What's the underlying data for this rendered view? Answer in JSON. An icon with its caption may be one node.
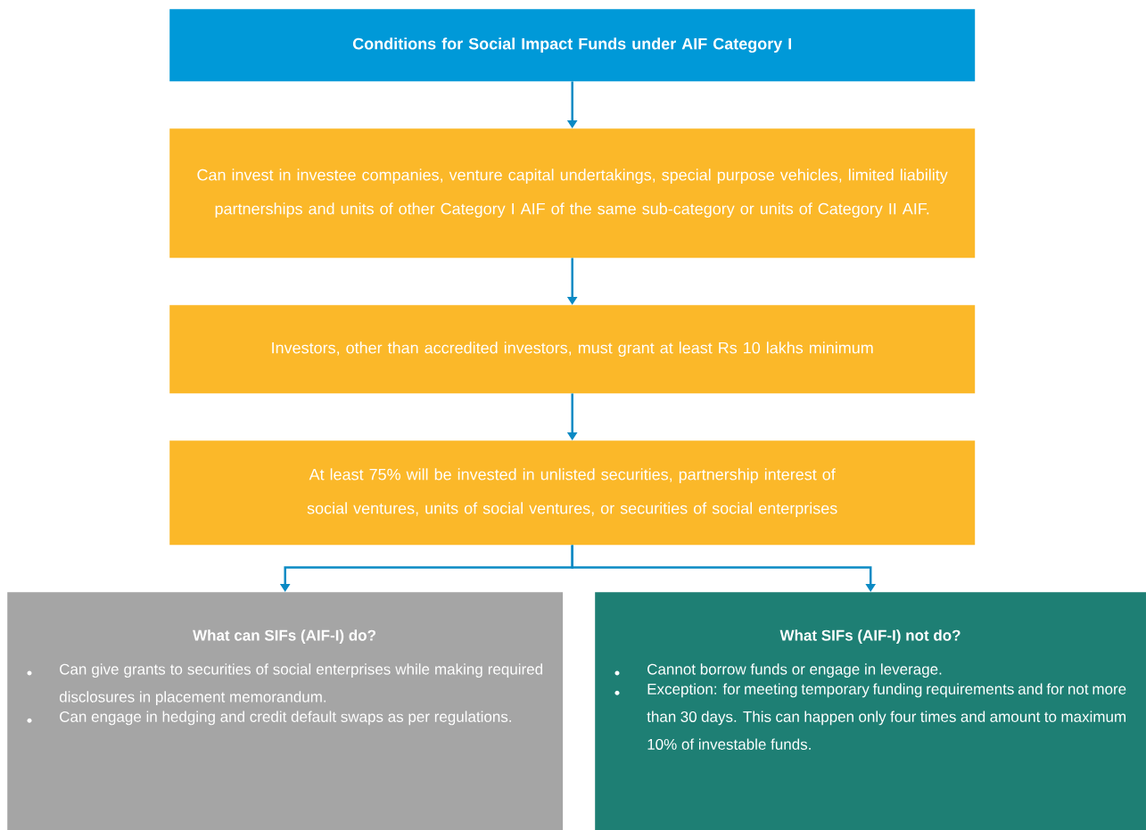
{
  "diagram": {
    "nodes": [
      {
        "text": [
          "Conditions for Social Impact Funds under AIF Category I"
        ]
      },
      {
        "text": [
          "Can invest in investee companies, venture capital undertakings, special purpose vehicles, limited liability partnerships and units of other Category I AIF of the same sub-category or units of Category II AIF."
        ]
      },
      {
        "text": [
          "Investors, other than accredited investors, must grant at least Rs 10 lakhs minimum"
        ]
      },
      {
        "text": [
          "At least 75% will be invested in unlisted securities, partnership interest of social ventures, units of social ventures, or securities of social enterprises"
        ]
      },
      {
        "text": [
          "What can SIFs (AIF-I) do?",
          "Can give grants to securities of social enterprises while making required disclosures in placement memorandum.",
          "Can engage in hedging and credit default swaps as per regulations."
        ]
      },
      {
        "text": [
          "What SIFs (AIF-I) not do?",
          "Cannot borrow funds or engage in leverage.",
          "Exception: for meeting temporary funding requirements and for not more than 30 days. This can happen only four times and amount to maximum 10% of investable funds."
        ]
      }
    ],
    "edges": [
      {
        "from": 0,
        "to": 1,
        "arrow": "to"
      },
      {
        "from": 1,
        "to": 2,
        "arrow": "to"
      },
      {
        "from": 2,
        "to": 3,
        "arrow": "to"
      },
      {
        "from": 3,
        "to": 4,
        "arrow": "to"
      },
      {
        "from": 3,
        "to": 5,
        "arrow": "to"
      }
    ]
  }
}
